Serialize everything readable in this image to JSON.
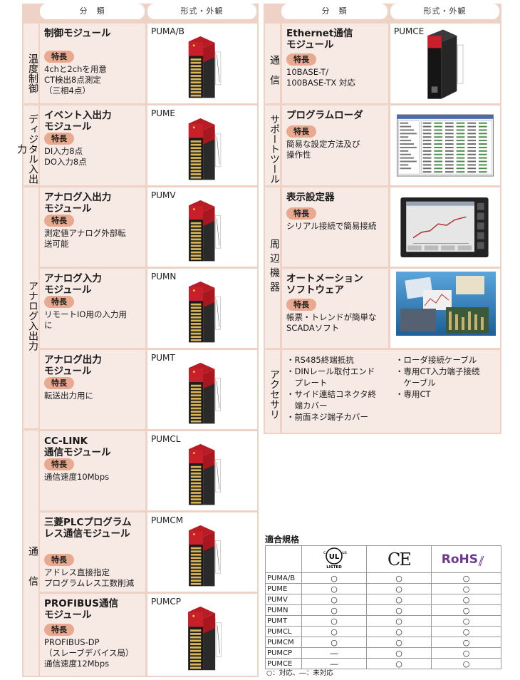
{
  "headers": {
    "left_class": "分　類",
    "left_form": "形式・外観",
    "right_class": "分　類",
    "right_form": "形式・外観"
  },
  "left_categories": [
    {
      "id": "temp",
      "label": "温度制御"
    },
    {
      "id": "digital",
      "label": "ディジタル入出力"
    },
    {
      "id": "analog",
      "label": "アナログ入出力"
    },
    {
      "id": "comm",
      "label": "通　　信"
    }
  ],
  "left_rows": [
    {
      "title": [
        "制御モジュール"
      ],
      "badge": "特長",
      "desc": [
        "4chと2chを用意",
        "CT検出8点測定",
        "（三相4点）"
      ],
      "code": "PUMA/B",
      "image": "red-io-module"
    },
    {
      "title": [
        "イベント入出力",
        "モジュール"
      ],
      "badge": "特長",
      "desc": [
        "DI入力8点",
        "DO入力8点"
      ],
      "code": "PUME",
      "image": "red-io-module"
    },
    {
      "title": [
        "アナログ入出力",
        "モジュール"
      ],
      "badge": "特長",
      "desc": [
        "測定値アナログ外部転",
        "送可能"
      ],
      "code": "PUMV",
      "image": "red-io-module"
    },
    {
      "title": [
        "アナログ入力",
        "モジュール"
      ],
      "badge": "特長",
      "desc": [
        "リモートIO用の入力用",
        "に"
      ],
      "code": "PUMN",
      "image": "red-io-module"
    },
    {
      "title": [
        "アナログ出力",
        "モジュール"
      ],
      "badge": "特長",
      "desc": [
        "転送出力用に"
      ],
      "code": "PUMT",
      "image": "red-io-module"
    },
    {
      "title": [
        "CC-LINK",
        "通信モジュール"
      ],
      "badge": "特長",
      "desc": [
        "通信速度10Mbps"
      ],
      "code": "PUMCL",
      "image": "red-io-module"
    },
    {
      "title": [
        "三菱PLCプログラム",
        "レス通信モジュール"
      ],
      "badge": "特長",
      "desc": [
        "アドレス直接指定",
        "プログラムレス工数削減"
      ],
      "code": "PUMCM",
      "image": "red-io-module"
    },
    {
      "title": [
        "PROFIBUS通信",
        "モジュール"
      ],
      "badge": "特長",
      "desc": [
        "PROFIBUS-DP",
        "（スレーブデバイス局）",
        "通信速度12Mbps"
      ],
      "code": "PUMCP",
      "image": "red-io-module"
    }
  ],
  "right_categories": [
    {
      "id": "rcomm",
      "label": "通　信"
    },
    {
      "id": "support",
      "label": "サポートツール"
    },
    {
      "id": "periph",
      "label": "周辺機器"
    },
    {
      "id": "access",
      "label": "アクセサリ"
    }
  ],
  "right_rows": [
    {
      "title": [
        "Ethernet通信",
        "モジュール"
      ],
      "badge": "特長",
      "desc": [
        "10BASE-T/",
        "100BASE-TX 対応"
      ],
      "code": "PUMCE",
      "image": "ethernet-module"
    },
    {
      "title": [
        "プログラムローダ"
      ],
      "badge": "特長",
      "desc": [
        "簡易な設定方法及び",
        "操作性"
      ],
      "code": "",
      "image": "software-screenshot"
    },
    {
      "title": [
        "表示設定器"
      ],
      "badge": "特長",
      "desc": [
        "シリアル接続で簡易接続"
      ],
      "code": "",
      "image": "touch-panel"
    },
    {
      "title": [
        "オートメーション",
        "ソフトウェア"
      ],
      "badge": "特長",
      "desc": [
        "帳票・トレンドが簡単な",
        "SCADAソフト"
      ],
      "code": "",
      "image": "scada-collage"
    }
  ],
  "accessories": {
    "col1": [
      "・RS485終端抵抗",
      "・DINレール取付エンド",
      "　プレート",
      "・サイド連結コネクタ終",
      "　端カバー",
      "・前面ネジ端子カバー"
    ],
    "col2": [
      "・ローダ接続ケーブル",
      "・専用CT入力端子接続",
      "　ケーブル",
      "・専用CT"
    ]
  },
  "compliance": {
    "title": "適合規格",
    "columns": [
      {
        "name": "ul-listed",
        "sub": "LISTED",
        "mark": "UL"
      },
      {
        "name": "ce",
        "mark": "CE"
      },
      {
        "name": "rohs",
        "mark": "RoHS"
      }
    ],
    "ul_c": "c",
    "ul_us": "us",
    "rows": [
      {
        "model": "PUMA/B",
        "values": [
          "○",
          "○",
          "○"
        ]
      },
      {
        "model": "PUME",
        "values": [
          "○",
          "○",
          "○"
        ]
      },
      {
        "model": "PUMV",
        "values": [
          "○",
          "○",
          "○"
        ]
      },
      {
        "model": "PUMN",
        "values": [
          "○",
          "○",
          "○"
        ]
      },
      {
        "model": "PUMT",
        "values": [
          "○",
          "○",
          "○"
        ]
      },
      {
        "model": "PUMCL",
        "values": [
          "○",
          "○",
          "○"
        ]
      },
      {
        "model": "PUMCM",
        "values": [
          "○",
          "○",
          "○"
        ]
      },
      {
        "model": "PUMCP",
        "values": [
          "―",
          "○",
          "○"
        ]
      },
      {
        "model": "PUMCE",
        "values": [
          "―",
          "○",
          "○"
        ]
      }
    ],
    "legend": "○：対応、―：未対応"
  },
  "colors": {
    "panel": "#efd2c6",
    "cell": "#f7eae4",
    "badge": "#e9a98e",
    "module_red": "#c8202a"
  }
}
